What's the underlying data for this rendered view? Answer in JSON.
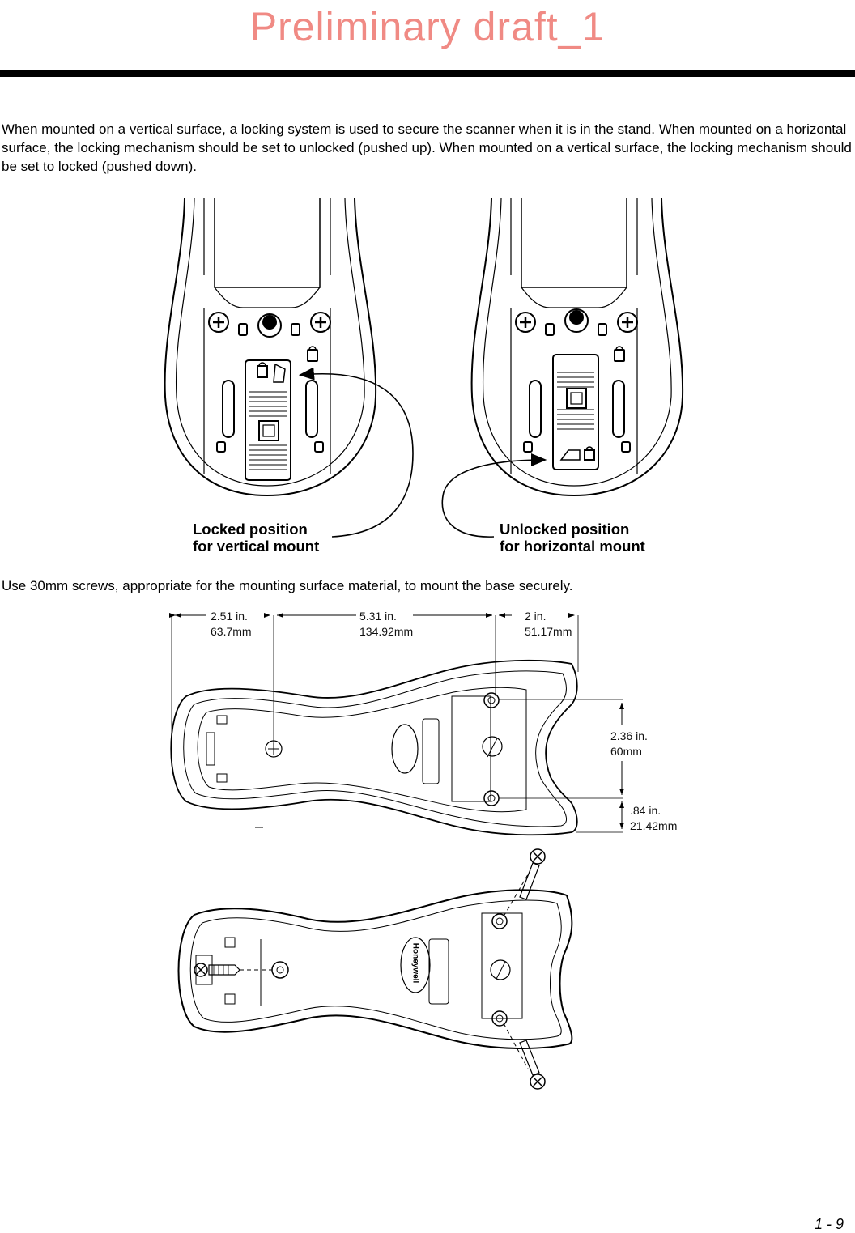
{
  "header": {
    "watermark": "Preliminary draft_1"
  },
  "body": {
    "paragraph_1": "When mounted on a vertical surface, a locking system is used to secure the scanner when it is in the stand.  When mounted on a horizontal surface, the locking mechanism should be set to unlocked (pushed up).  When mounted on a vertical surface, the locking mechanism should be set to locked (pushed down).",
    "paragraph_2": "Use 30mm screws, appropriate for the mounting surface material, to mount the base securely."
  },
  "figure_lock": {
    "locked_label_line1": "Locked position",
    "locked_label_line2": "for vertical mount",
    "unlocked_label_line1": "Unlocked position",
    "unlocked_label_line2": "for horizontal mount"
  },
  "figure_dimensions": {
    "dim1_in": "2.51 in.",
    "dim1_mm": "63.7mm",
    "dim2_in": "5.31 in.",
    "dim2_mm": "134.92mm",
    "dim3_in": "2 in.",
    "dim3_mm": "51.17mm",
    "dim4_in": "2.36 in.",
    "dim4_mm": "60mm",
    "dim5_in": ".84 in.",
    "dim5_mm": "21.42mm"
  },
  "figure_screws": {
    "brand_logo": "Honeywell"
  },
  "footer": {
    "page_number": "1 - 9"
  }
}
